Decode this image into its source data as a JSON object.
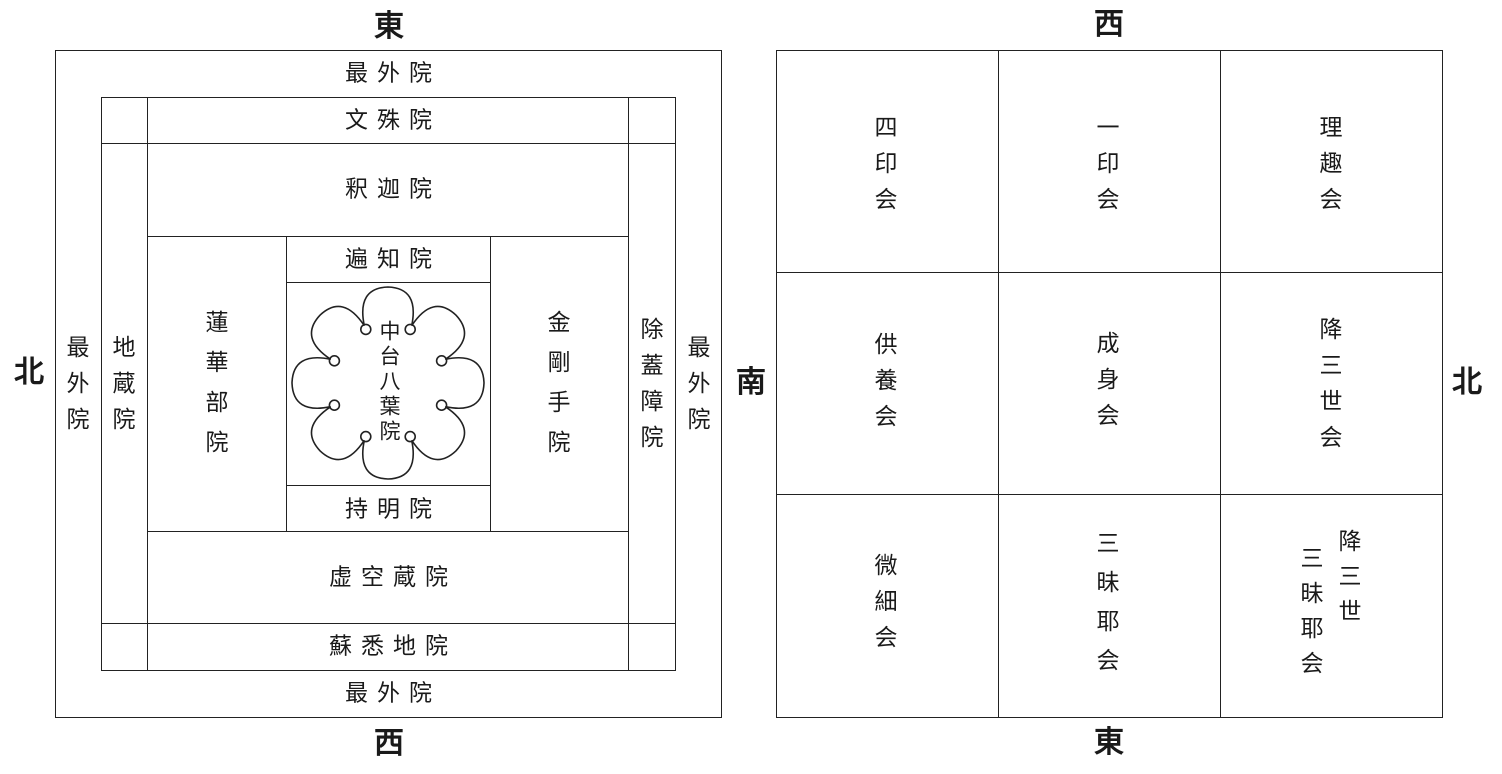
{
  "taizokai": {
    "directions": {
      "top": "東",
      "bottom": "西",
      "left": "北"
    },
    "outer_top": "最外院",
    "outer_bottom": "最外院",
    "outer_left": "最外院",
    "outer_right": "最外院",
    "monju": "文殊院",
    "shaka": "釈迦院",
    "henchi": "遍知院",
    "chudai": "中台八葉院",
    "jimyo": "持明院",
    "kokuzo": "虚空蔵院",
    "soshitsuji": "蘇悉地院",
    "jizo": "地蔵院",
    "renge": "蓮華部院",
    "kongo": "金剛手院",
    "jogaisho": "除蓋障院"
  },
  "kongokai": {
    "directions": {
      "top": "西",
      "bottom": "東",
      "left": "南",
      "right": "北"
    },
    "cells": [
      [
        "四印会",
        "一印会",
        "理趣会"
      ],
      [
        "供養会",
        "成身会",
        "降三世会"
      ],
      [
        "微細会",
        "三昧耶会",
        "降三世三昧耶会"
      ]
    ]
  }
}
